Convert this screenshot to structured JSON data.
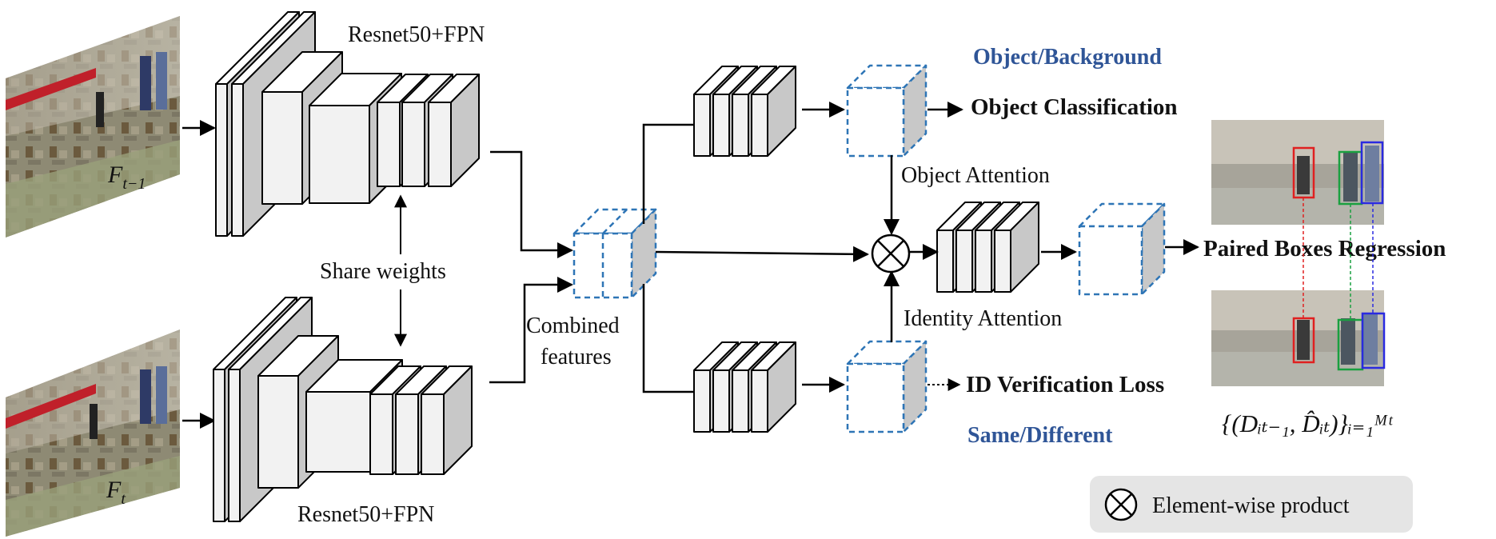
{
  "labels": {
    "backbone_top": "Resnet50+FPN",
    "backbone_bottom": "Resnet50+FPN",
    "frame_prev": "F",
    "frame_prev_sub": "t−1",
    "frame_cur": "F",
    "frame_cur_sub": "t",
    "share_weights": "Share weights",
    "combined_line1": "Combined",
    "combined_line2": "features",
    "object_background": "Object/Background",
    "object_classification": "Object Classification",
    "object_attention": "Object Attention",
    "identity_attention": "Identity Attention",
    "id_verification_loss": "ID Verification Loss",
    "same_different": "Same/Different",
    "paired_boxes_regression": "Paired Boxes Regression",
    "legend_text": "Element-wise product",
    "legend_symbol": "⊗",
    "formula": "{(Dᵢₜ₋₁, D̂ᵢₜ)}ᵢ₌₁ᴹᵗ"
  },
  "colors": {
    "dashed_blue": "#2e75b6",
    "title_blue": "#2f5597",
    "box_red": "#e02020",
    "box_green": "#1aa040",
    "box_blue": "#2a2ae0",
    "legend_bg": "#e5e5e5"
  }
}
